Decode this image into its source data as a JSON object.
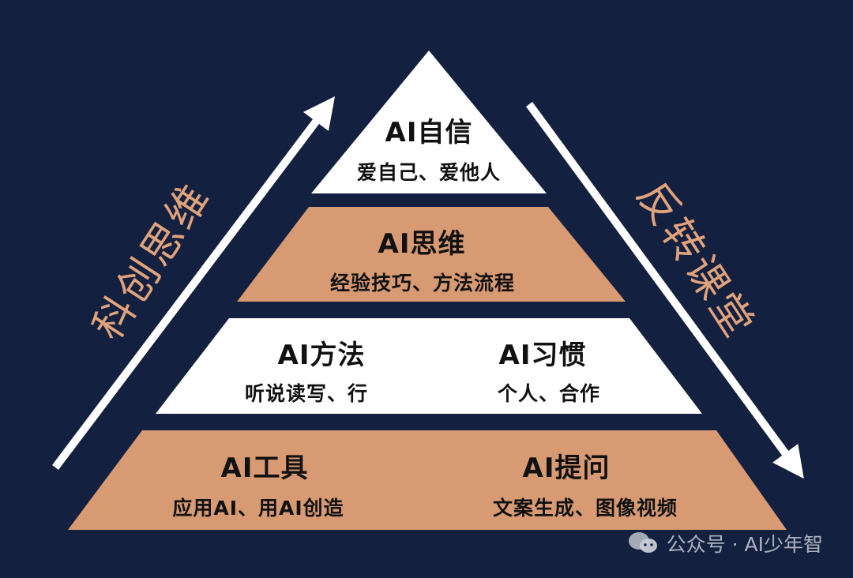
{
  "colors": {
    "background": "#13203f",
    "white_layer": "#ffffff",
    "orange_layer": "#d89a72",
    "side_text": "#e0a37c",
    "arrow": "#ffffff"
  },
  "pyramid": {
    "top": {
      "title": "AI自信",
      "subtitle": "爱自己、爱他人"
    },
    "second": {
      "title": "AI思维",
      "subtitle": "经验技巧、方法流程"
    },
    "third": {
      "left": {
        "title": "AI方法",
        "subtitle": "听说读写、行"
      },
      "right": {
        "title": "AI习惯",
        "subtitle": "个人、合作"
      }
    },
    "bottom": {
      "left": {
        "title": "AI工具",
        "subtitle": "应用AI、用AI创造"
      },
      "right": {
        "title": "AI提问",
        "subtitle": "文案生成、图像视频"
      }
    }
  },
  "side_labels": {
    "left": "科创思维",
    "right": "反转课堂"
  },
  "watermark": {
    "icon": "wechat-icon",
    "text": "公众号 · AI少年智"
  }
}
